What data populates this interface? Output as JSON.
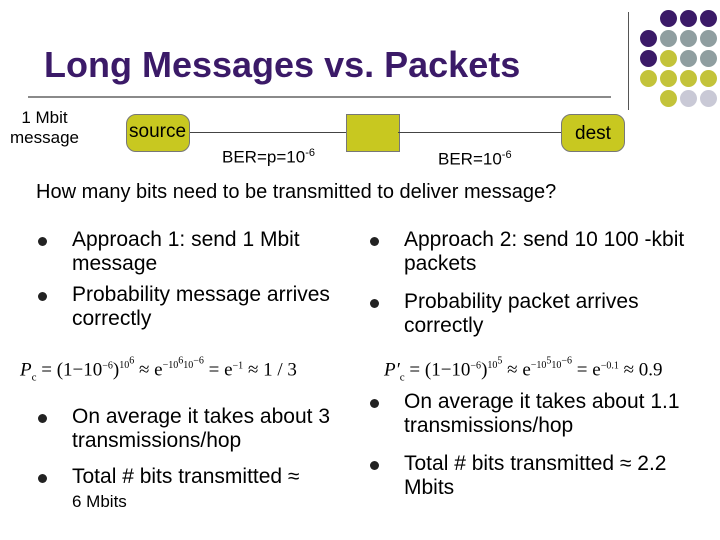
{
  "slide": {
    "title": "Long Messages vs. Packets",
    "dot_colors": [
      "#3b1a68",
      "#8f9ea0",
      "#c3c33a"
    ]
  },
  "diagram": {
    "message_label_line1": "1 Mbit",
    "message_label_line2": "message",
    "source_label": "source",
    "dest_label": "dest",
    "ber_left_prefix": "BER=p=10",
    "ber_left_exp": "-6",
    "ber_right_prefix": "BER=10",
    "ber_right_exp": "-6"
  },
  "question": "How many bits need to be transmitted to deliver message?",
  "left": {
    "bullet1": "Approach 1:  send 1 Mbit message",
    "bullet2": "Probability message arrives correctly",
    "formula": {
      "lhs": "P",
      "lhs_sub": "c",
      "eq1": " = (1−10",
      "exp1": "−6",
      "close1": ")",
      "outer_exp1": "10",
      "outer_exp1_sup": "6",
      "approx1": " ≈ e",
      "e_exp": "−10",
      "e_exp_sup1": "6",
      "e_exp_mid": "10",
      "e_exp_sup2": "−6",
      "eq2": " = e",
      "e_final_exp": "−1",
      "final": " ≈ 1 / 3"
    },
    "bullet3": "On average it takes about 3 transmissions/hop",
    "bullet4_main": "Total # bits transmitted ≈",
    "bullet4_value": "6 Mbits"
  },
  "right": {
    "bullet1": "Approach 2:  send 10 100 -kbit packets",
    "bullet2": "Probability packet arrives correctly",
    "formula": {
      "lhs": "P′",
      "lhs_sub": "c",
      "eq1": " = (1−10",
      "exp1": "−6",
      "close1": ")",
      "outer_exp1": "10",
      "outer_exp1_sup": "5",
      "approx1": " ≈ e",
      "e_exp": "−10",
      "e_exp_sup1": "5",
      "e_exp_mid": "10",
      "e_exp_sup2": "−6",
      "eq2": " = e",
      "e_final_exp": "−0.1",
      "final": " ≈ 0.9"
    },
    "bullet3": "On average it takes about 1.1 transmissions/hop",
    "bullet4": "Total # bits transmitted ≈ 2.2 Mbits"
  }
}
